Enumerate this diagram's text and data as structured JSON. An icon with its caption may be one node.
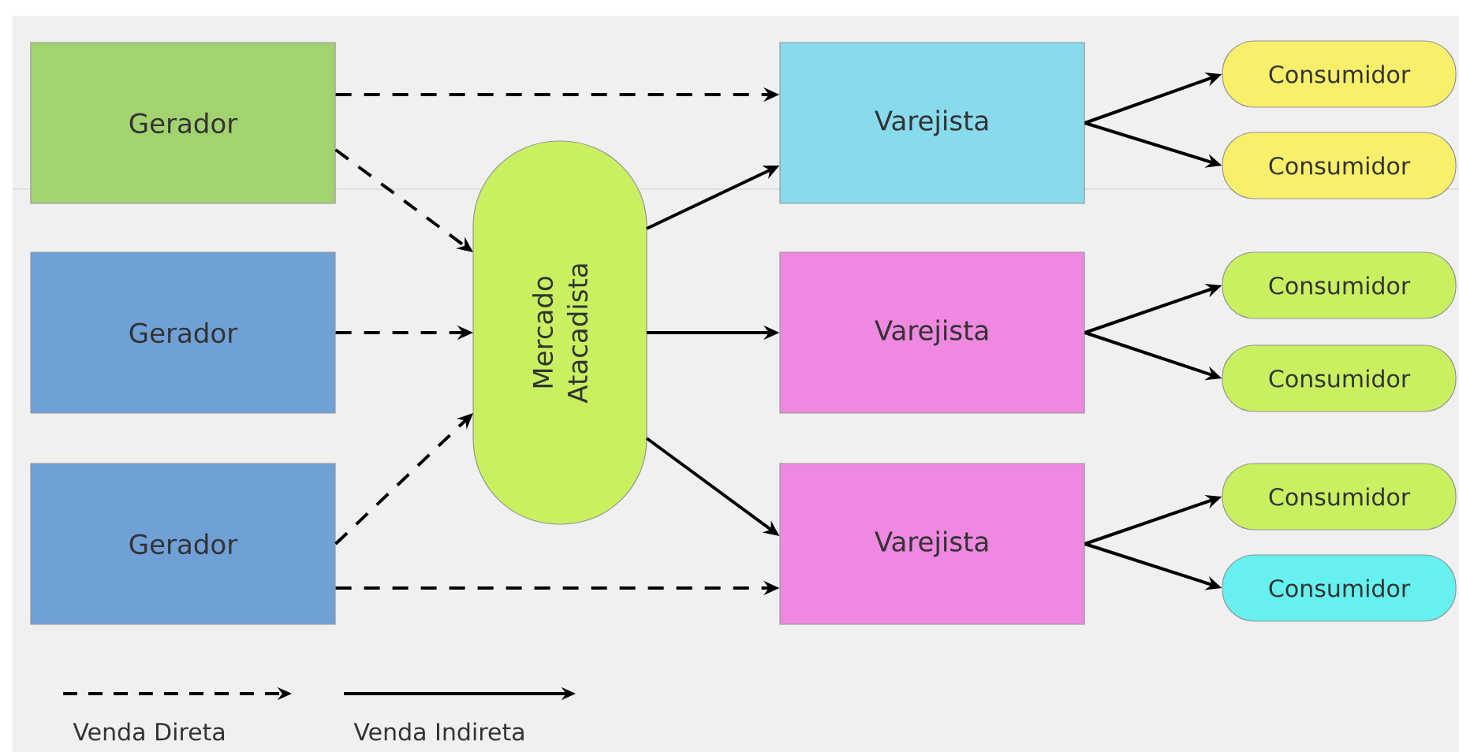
{
  "diagram": {
    "nodes": [
      {
        "text": [
          "Gerador"
        ]
      },
      {
        "text": [
          "Gerador"
        ]
      },
      {
        "text": [
          "Gerador"
        ]
      },
      {
        "text": [
          "Mercado Atacadista"
        ]
      },
      {
        "text": [
          "Varejista"
        ]
      },
      {
        "text": [
          "Varejista"
        ]
      },
      {
        "text": [
          "Varejista"
        ]
      },
      {
        "text": [
          "Consumidor"
        ]
      },
      {
        "text": [
          "Consumidor"
        ]
      },
      {
        "text": [
          "Consumidor"
        ]
      },
      {
        "text": [
          "Consumidor"
        ]
      },
      {
        "text": [
          "Consumidor"
        ]
      },
      {
        "text": [
          "Consumidor"
        ]
      }
    ],
    "edges": [
      {
        "from": 0,
        "to": 4,
        "arrow": "to",
        "style": "dashed"
      },
      {
        "from": 0,
        "to": 3,
        "arrow": "to",
        "style": "dashed"
      },
      {
        "from": 1,
        "to": 3,
        "arrow": "to",
        "style": "dashed"
      },
      {
        "from": 2,
        "to": 3,
        "arrow": "to",
        "style": "dashed"
      },
      {
        "from": 2,
        "to": 6,
        "arrow": "to",
        "style": "dashed"
      },
      {
        "from": 3,
        "to": 4,
        "arrow": "to"
      },
      {
        "from": 3,
        "to": 5,
        "arrow": "to"
      },
      {
        "from": 3,
        "to": 6,
        "arrow": "to"
      },
      {
        "from": 4,
        "to": 7,
        "arrow": "to"
      },
      {
        "from": 4,
        "to": 8,
        "arrow": "to"
      },
      {
        "from": 5,
        "to": 9,
        "arrow": "to"
      },
      {
        "from": 5,
        "to": 10,
        "arrow": "to"
      },
      {
        "from": 6,
        "to": 11,
        "arrow": "to"
      },
      {
        "from": 6,
        "to": 12,
        "arrow": "to"
      }
    ],
    "legend": [
      {
        "text": "Venda Direta"
      },
      {
        "text": "Venda Indireta"
      }
    ]
  }
}
